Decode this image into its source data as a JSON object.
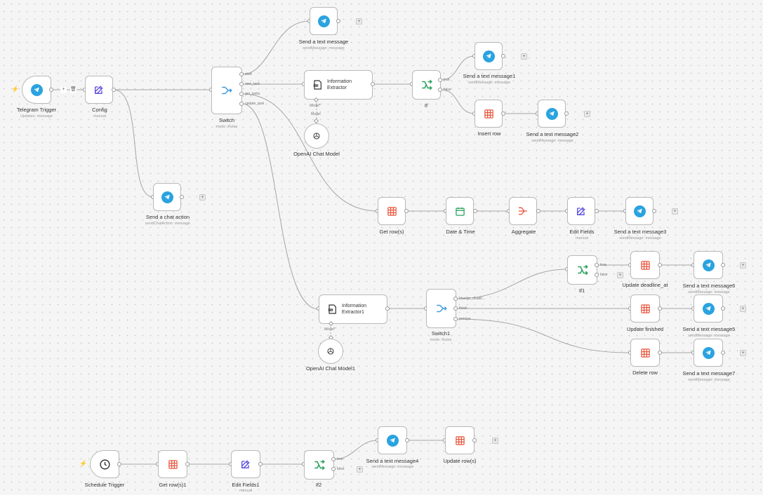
{
  "nodes": {
    "telegram_trigger": {
      "label": "Telegram Trigger",
      "sub": "Updates: message"
    },
    "config": {
      "label": "Config",
      "sub": "manual"
    },
    "switch": {
      "label": "Switch",
      "sub": "mode: Rules",
      "outputs": [
        "start",
        "new_task",
        "get_tasks",
        "update_task"
      ]
    },
    "send_text_message": {
      "label": "Send a text message",
      "sub": "sendMessage: message"
    },
    "info_extractor": {
      "text": "Information Extractor",
      "port_label": "Model*"
    },
    "openai_model": {
      "label": "OpenAI Chat Model",
      "port_label": "Model"
    },
    "if": {
      "label": "If",
      "outputs": [
        "true",
        "false"
      ]
    },
    "send_text_message1": {
      "label": "Send a text message1",
      "sub": "sendMessage: message"
    },
    "insert_row": {
      "label": "Insert row"
    },
    "send_text_message2": {
      "label": "Send a text message2",
      "sub": "sendMessage: message"
    },
    "send_chat_action": {
      "label": "Send a chat action",
      "sub": "sendChatAction: message"
    },
    "get_rows": {
      "label": "Get row(s)"
    },
    "date_time": {
      "label": "Date & Time"
    },
    "aggregate": {
      "label": "Aggregate"
    },
    "edit_fields": {
      "label": "Edit Fields",
      "sub": "manual"
    },
    "send_text_message3": {
      "label": "Send a text message3",
      "sub": "sendMessage: message"
    },
    "info_extractor1": {
      "text": "Information Extractor1",
      "port_label": "Model*"
    },
    "openai_model1": {
      "label": "OpenAI Chat Model1"
    },
    "switch1": {
      "label": "Switch1",
      "sub": "mode: Rules",
      "outputs": [
        "change_deadli...",
        "finish",
        "remove"
      ]
    },
    "if1": {
      "label": "If1",
      "outputs": [
        "true",
        "false"
      ]
    },
    "update_deadline": {
      "label": "Update deadline_at"
    },
    "send_text_message6": {
      "label": "Send a text message6",
      "sub": "sendMessage: message"
    },
    "update_finished": {
      "label": "Update finished"
    },
    "send_text_message5": {
      "label": "Send a text message5",
      "sub": "sendMessage: message"
    },
    "delete_row": {
      "label": "Delete row"
    },
    "send_text_message7": {
      "label": "Send a text message7",
      "sub": "sendMessage: message"
    },
    "schedule_trigger": {
      "label": "Schedule Trigger"
    },
    "get_rows1": {
      "label": "Get row(s)1"
    },
    "edit_fields1": {
      "label": "Edit Fields1",
      "sub": "manual"
    },
    "if2": {
      "label": "If2",
      "outputs": [
        "true",
        "false"
      ]
    },
    "send_text_message4": {
      "label": "Send a text message4",
      "sub": "sendMessage: message"
    },
    "update_rows": {
      "label": "Update row(s)"
    }
  },
  "colors": {
    "telegram": "#2aa3df",
    "sheets": "#e8573f",
    "edit": "#5b4ce0",
    "switch": "#3d9be0",
    "if": "#27a05c",
    "bolt": "#f26b4e",
    "edge": "#a6a6a6"
  },
  "icons": {
    "telegram": "telegram-icon",
    "sheets": "table-grid-icon",
    "edit": "pencil-icon",
    "switch": "switch-branch-icon",
    "if": "if-branch-icon",
    "extractor": "document-icon",
    "openai": "openai-icon",
    "calendar": "calendar-icon",
    "aggregate": "aggregate-icon",
    "clock": "clock-icon",
    "bolt": "lightning-icon",
    "plus": "plus-icon"
  }
}
